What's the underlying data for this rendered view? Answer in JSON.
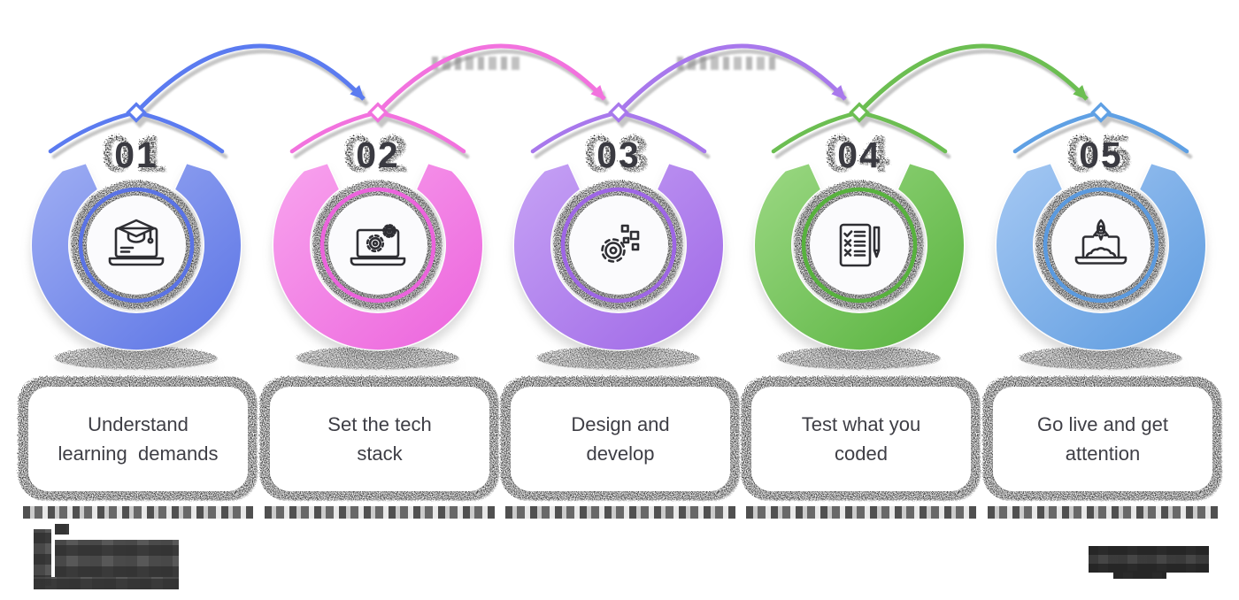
{
  "steps": [
    {
      "number": "01",
      "line1": "Understand",
      "line2": "learning  demands",
      "icon": "laptop-graduation-icon",
      "colors": {
        "light": "#9FAEF3",
        "dark": "#5A73E5",
        "arc": "#5B7BF0"
      }
    },
    {
      "number": "02",
      "line1": "Set the tech",
      "line2": "stack",
      "icon": "laptop-gears-icon",
      "colors": {
        "light": "#F8A3EE",
        "dark": "#EC63DC",
        "arc": "#F272DE"
      }
    },
    {
      "number": "03",
      "line1": "Design and",
      "line2": "develop",
      "icon": "gear-pixels-icon",
      "colors": {
        "light": "#C6A2F5",
        "dark": "#9E66E6",
        "arc": "#A878EC"
      }
    },
    {
      "number": "04",
      "line1": "Test what you",
      "line2": "coded",
      "icon": "checklist-pen-icon",
      "colors": {
        "light": "#9BD883",
        "dark": "#57B23D",
        "arc": "#6CBE52"
      }
    },
    {
      "number": "05",
      "line1": "Go live and get",
      "line2": "attention",
      "icon": "rocket-laptop-icon",
      "colors": {
        "light": "#A5C8F3",
        "dark": "#5B9ADF",
        "arc": "#5FA0E4"
      }
    }
  ],
  "footer": {
    "logo": "pixelated-logo",
    "watermark": "pixelated-watermark"
  }
}
